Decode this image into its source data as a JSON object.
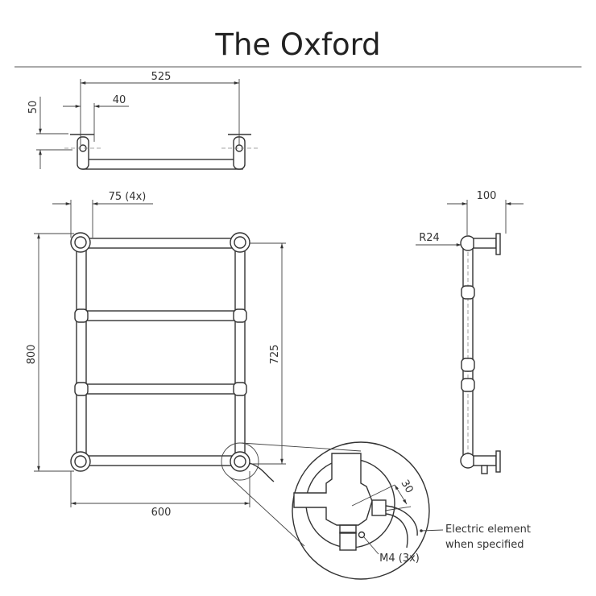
{
  "title": "The Oxford",
  "top_view": {
    "width_dim": "525",
    "offset_dim": "40",
    "depth_dim": "50"
  },
  "front_view": {
    "spacing_dim": "75 (4x)",
    "height_dim": "800",
    "centers_dim": "725",
    "width_dim": "600"
  },
  "side_view": {
    "depth_dim": "100",
    "radius_dim": "R24"
  },
  "detail": {
    "element_dim": "30",
    "screw_label": "M4 (3x)",
    "element_note_line1": "Electric element",
    "element_note_line2": "when specified"
  }
}
